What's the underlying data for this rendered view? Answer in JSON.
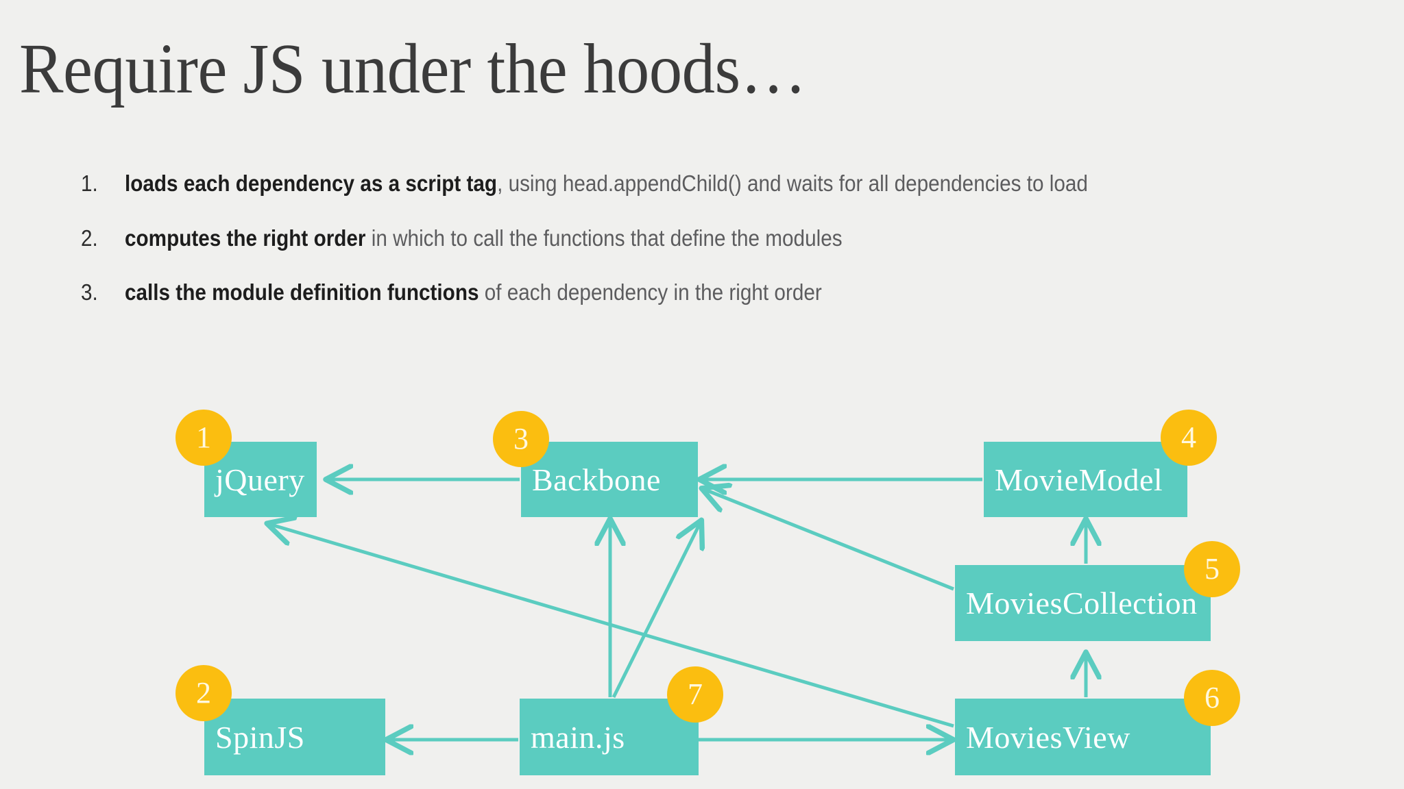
{
  "slide": {
    "title": "Require JS under the hoods…",
    "background_color": "#f0f0ee"
  },
  "points": [
    {
      "number": "1.",
      "bold": "loads each dependency as a script tag",
      "rest": ", using head.appendChild() and waits for all dependencies to load"
    },
    {
      "number": "2.",
      "bold": "computes the right order",
      "rest": " in which to call the functions that define the modules"
    },
    {
      "number": "3.",
      "bold": "calls the module definition functions",
      "rest": " of each dependency in the right order"
    }
  ],
  "diagram": {
    "node_color": "#5bccc0",
    "badge_color": "#fbbe10",
    "edge_color": "#5bccc0",
    "nodes": [
      {
        "id": "jquery",
        "label": "jQuery",
        "badge": "1"
      },
      {
        "id": "spinjs",
        "label": "SpinJS",
        "badge": "2"
      },
      {
        "id": "backbone",
        "label": "Backbone",
        "badge": "3"
      },
      {
        "id": "moviemodel",
        "label": "MovieModel",
        "badge": "4"
      },
      {
        "id": "moviescollection",
        "label": "MoviesCollection",
        "badge": "5"
      },
      {
        "id": "moviesview",
        "label": "MoviesView",
        "badge": "6"
      },
      {
        "id": "mainjs",
        "label": "main.js",
        "badge": "7"
      }
    ],
    "edges": [
      {
        "from": "backbone",
        "to": "jquery"
      },
      {
        "from": "moviemodel",
        "to": "backbone"
      },
      {
        "from": "moviescollection",
        "to": "backbone"
      },
      {
        "from": "moviescollection",
        "to": "moviemodel"
      },
      {
        "from": "moviesview",
        "to": "moviescollection"
      },
      {
        "from": "moviesview",
        "to": "jquery"
      },
      {
        "from": "mainjs",
        "to": "backbone"
      },
      {
        "from": "mainjs",
        "to": "spinjs"
      },
      {
        "from": "mainjs",
        "to": "moviesview"
      }
    ]
  }
}
